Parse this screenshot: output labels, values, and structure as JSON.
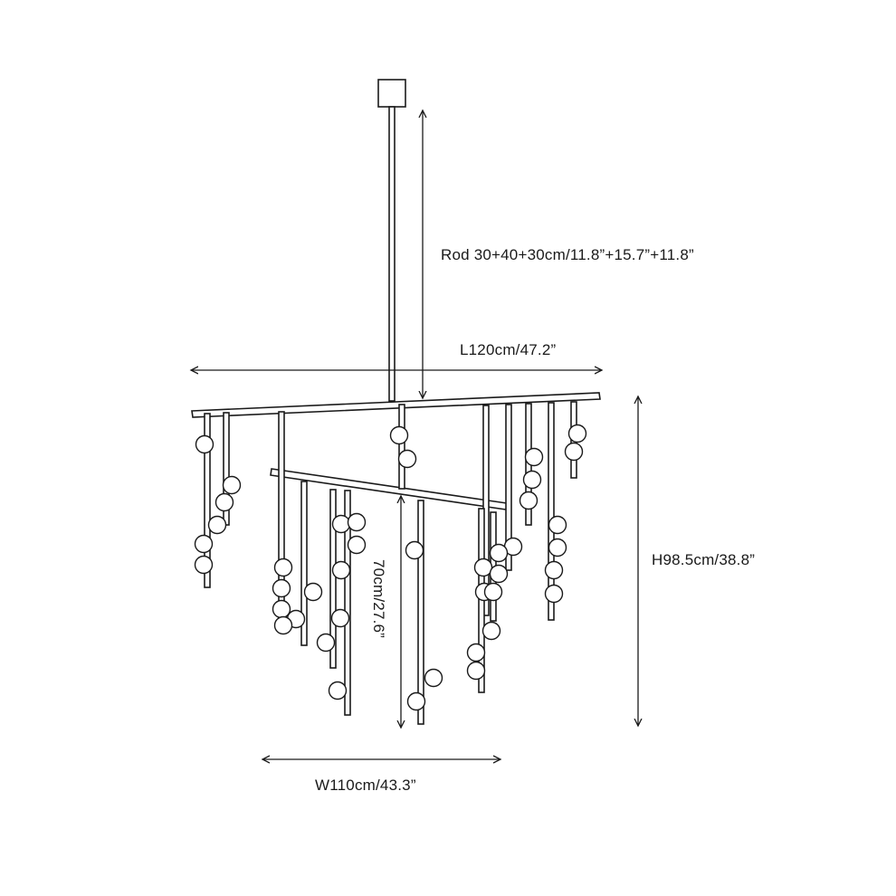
{
  "dimensions": {
    "rod": "Rod 30+40+30cm/11.8”+15.7”+11.8”",
    "length": "L120cm/47.2”",
    "height": "H98.5cm/38.8”",
    "inner_height": "70cm/27.6”",
    "width": "W110cm/43.3”"
  }
}
